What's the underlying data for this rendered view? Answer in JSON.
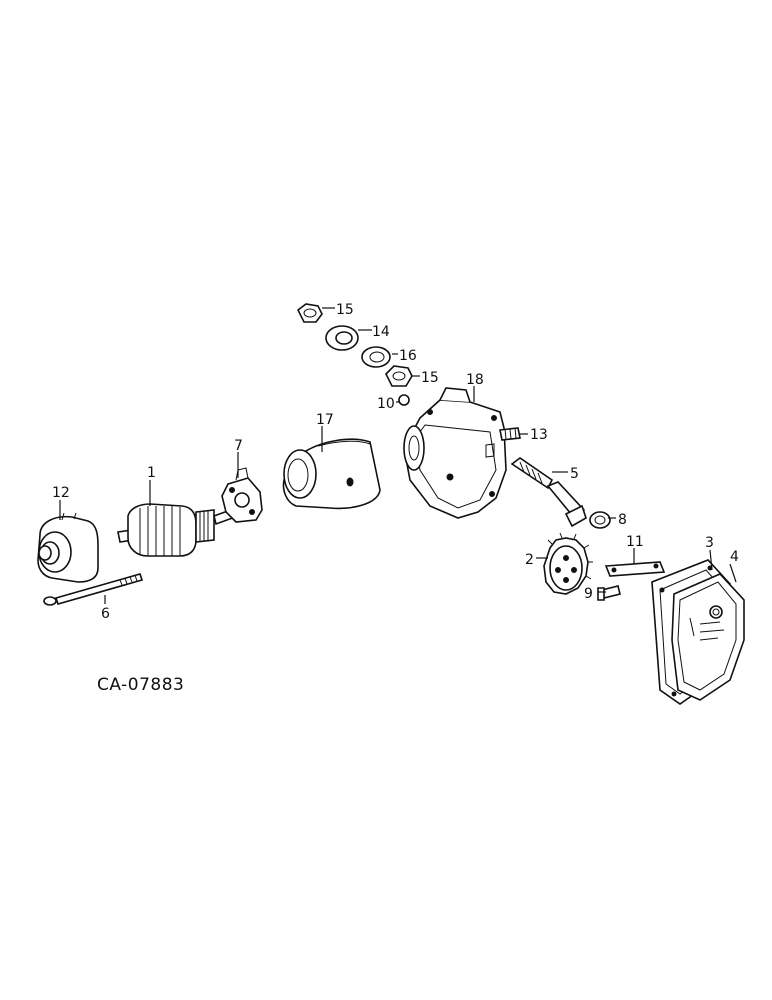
{
  "drawing_ref": "CA-07883",
  "callouts": {
    "c1": "1",
    "c2": "2",
    "c3": "3",
    "c4": "4",
    "c5": "5",
    "c6": "6",
    "c7": "7",
    "c8": "8",
    "c9": "9",
    "c10": "10",
    "c11": "11",
    "c12": "12",
    "c13": "13",
    "c14": "14",
    "c15a": "15",
    "c15b": "15",
    "c16": "16",
    "c17": "17",
    "c18": "18"
  }
}
